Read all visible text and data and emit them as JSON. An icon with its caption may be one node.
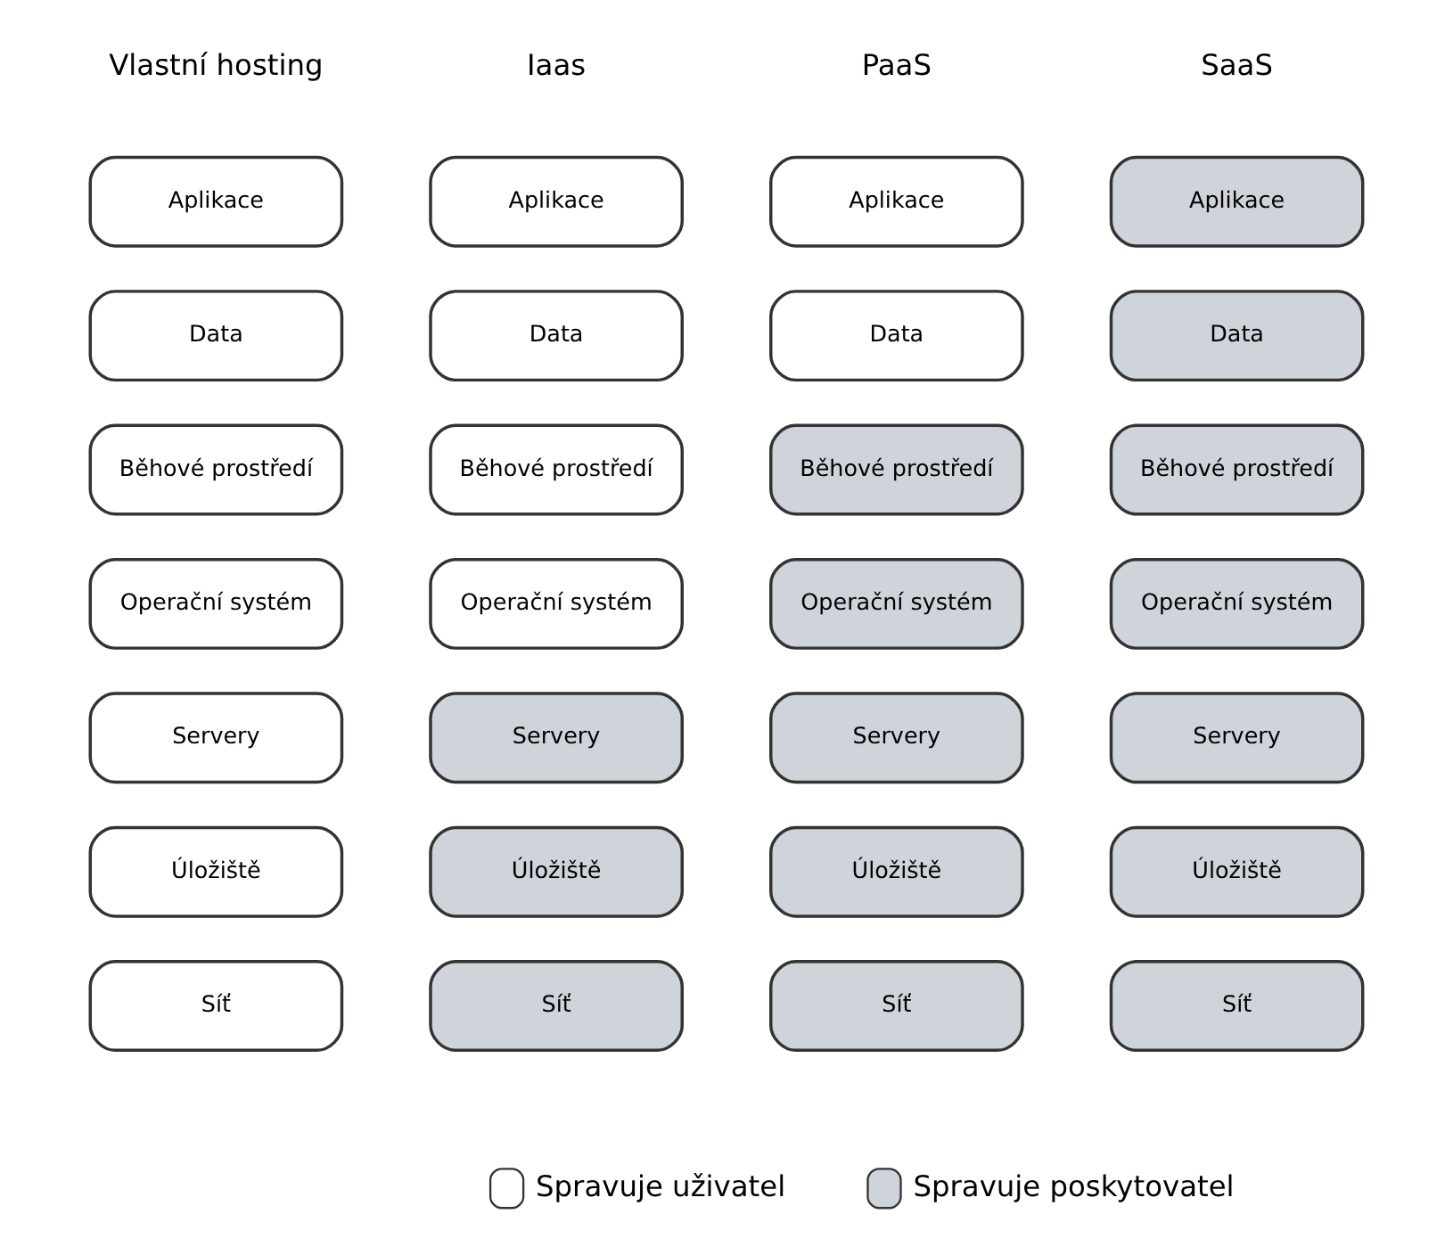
{
  "diagram": {
    "nodes": [
      {
        "text": [
          "Aplikace"
        ]
      },
      {
        "text": [
          "Data"
        ]
      },
      {
        "text": [
          "Běhové prostředí"
        ]
      },
      {
        "text": [
          "Operační systém"
        ]
      },
      {
        "text": [
          "Servery"
        ]
      },
      {
        "text": [
          "Úložiště"
        ]
      },
      {
        "text": [
          "Síť"
        ]
      },
      {
        "text": [
          "Aplikace"
        ]
      },
      {
        "text": [
          "Data"
        ]
      },
      {
        "text": [
          "Běhové prostředí"
        ]
      },
      {
        "text": [
          "Operační systém"
        ]
      },
      {
        "text": [
          "Servery"
        ]
      },
      {
        "text": [
          "Úložiště"
        ]
      },
      {
        "text": [
          "Síť"
        ]
      },
      {
        "text": [
          "Aplikace"
        ]
      },
      {
        "text": [
          "Data"
        ]
      },
      {
        "text": [
          "Běhové prostředí"
        ]
      },
      {
        "text": [
          "Operační systém"
        ]
      },
      {
        "text": [
          "Servery"
        ]
      },
      {
        "text": [
          "Úložiště"
        ]
      },
      {
        "text": [
          "Síť"
        ]
      },
      {
        "text": [
          "Aplikace"
        ]
      },
      {
        "text": [
          "Data"
        ]
      },
      {
        "text": [
          "Běhové prostředí"
        ]
      },
      {
        "text": [
          "Operační systém"
        ]
      },
      {
        "text": [
          "Servery"
        ]
      },
      {
        "text": [
          "Úložiště"
        ]
      },
      {
        "text": [
          "Síť"
        ]
      }
    ],
    "edges": [],
    "labels": [
      "Vlastní hosting",
      "Iaas",
      "PaaS",
      "SaaS"
    ],
    "legend": [
      {
        "text": "Spravuje uživatel"
      },
      {
        "text": "Spravuje poskytovatel",
        "color": "#ced4da"
      }
    ]
  }
}
